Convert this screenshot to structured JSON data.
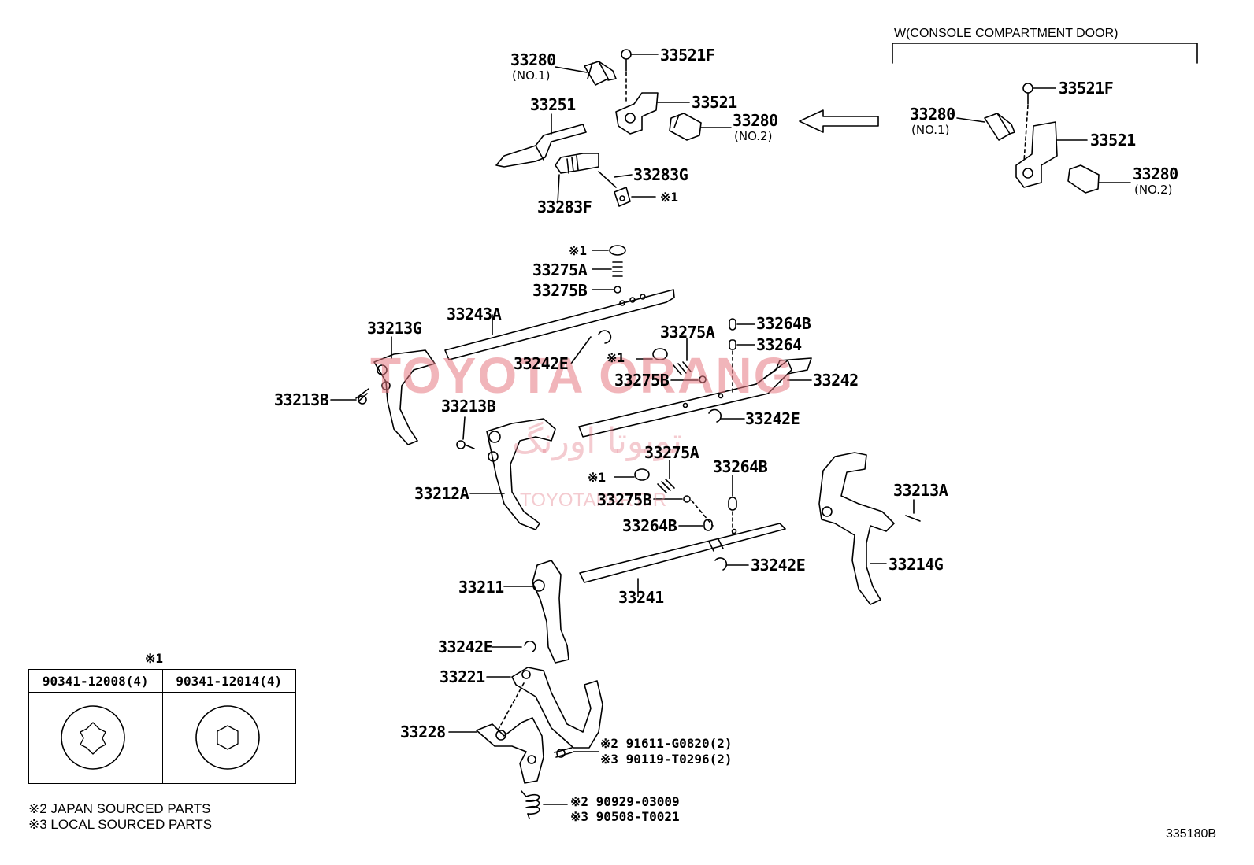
{
  "header": {
    "variant_label": "W(CONSOLE COMPARTMENT DOOR)"
  },
  "callouts": {
    "p33280_no1": "33280",
    "p33280_no1_sub": "(NO.1)",
    "p33521F": "33521F",
    "p33521": "33521",
    "p33280_no2": "33280",
    "p33280_no2_sub": "(NO.2)",
    "p33251": "33251",
    "p33283G": "33283G",
    "p33283F": "33283F",
    "note1_a": "※1",
    "r33280_no1": "33280",
    "r33280_no1_sub": "(NO.1)",
    "r33521F": "33521F",
    "r33521": "33521",
    "r33280_no2": "33280",
    "r33280_no2_sub": "(NO.2)",
    "note1_b": "※1",
    "p33275A_top": "33275A",
    "p33275B_top": "33275B",
    "p33243A": "33243A",
    "p33213G": "33213G",
    "p33242E_a": "33242E",
    "p33275A_mid": "33275A",
    "note1_c": "※1",
    "p33275B_mid": "33275B",
    "p33264B_top": "33264B",
    "p33264": "33264",
    "p33242": "33242",
    "p33213B_left": "33213B",
    "p33213B_mid": "33213B",
    "p33242E_b": "33242E",
    "p33212A": "33212A",
    "p33275A_low": "33275A",
    "note1_d": "※1",
    "p33275B_low": "33275B",
    "p33264B_right": "33264B",
    "p33264B_low": "33264B",
    "p33213A": "33213A",
    "p33214G": "33214G",
    "p33242E_c": "33242E",
    "p33241": "33241",
    "p33211": "33211",
    "p33242E_d": "33242E",
    "p33221": "33221",
    "p33228": "33228",
    "bolt_jp": "※2 91611-G0820(2)",
    "bolt_local": "※3 90119-T0296(2)",
    "spring_jp": "※2 90929-03009",
    "spring_local": "※3 90508-T0021"
  },
  "fastener_table": {
    "title": "※1",
    "col1": "90341-12008(4)",
    "col2": "90341-12014(4)",
    "col1_head": "torx-icon",
    "col2_head": "hex-socket-icon"
  },
  "notes": {
    "japan": "※2 JAPAN SOURCED PARTS",
    "local": "※3 LOCAL SOURCED PARTS"
  },
  "diagram_id": "335180B",
  "watermark": {
    "brand": "TOYOTA ORANG",
    "persian": "تویوتا اورنگ",
    "site": "TOYOTAPART.IR"
  }
}
